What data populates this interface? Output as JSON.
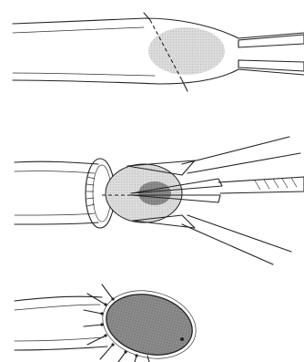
{
  "figure": {
    "panels": [
      {
        "id": "panel-1",
        "step": 1
      },
      {
        "id": "panel-2",
        "step": 2
      },
      {
        "id": "panel-3",
        "step": 3
      }
    ],
    "colors": {
      "ink": "#222222",
      "light_shading": "#d9d9d9",
      "dark_shading": "#8c8c8c",
      "background": "#ffffff"
    }
  }
}
